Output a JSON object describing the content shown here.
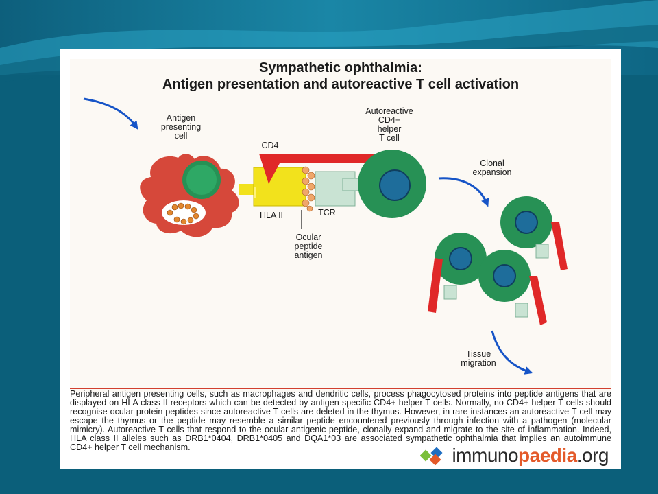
{
  "colors": {
    "background": "#0b5f7a",
    "apc": "#d6483a",
    "cell_green": "#279155",
    "nucleus_blue": "#1e6d9b",
    "hla": "#f2e21c",
    "tcr": "#c9e3d3",
    "cd4": "#e02828",
    "arrow": "#1654c7"
  },
  "slide": {
    "title_line1": "Sympathetic ophthalmia:",
    "title_line2": "Antigen presentation and autoreactive T cell activation"
  },
  "diagram": {
    "apc_label": [
      "Antigen",
      "presenting",
      "cell"
    ],
    "tcell_label": [
      "Autoreactive",
      "CD4+",
      "helper",
      "T cell"
    ],
    "cd4_label": "CD4",
    "hla_label": "HLA II",
    "tcr_label": "TCR",
    "peptide_label": [
      "Ocular",
      "peptide",
      "antigen"
    ],
    "clonal_label": [
      "Clonal",
      "expansion"
    ],
    "migration_label": [
      "Tissue",
      "migration"
    ],
    "icons": [
      "curved-arrow-icon",
      "antigen-presenting-cell-icon",
      "t-cell-icon",
      "hla-receptor-icon",
      "tcr-receptor-icon",
      "cd4-coreceptor-icon"
    ]
  },
  "caption": "Peripheral antigen presenting cells, such as macrophages and dendritic cells, process phagocytosed proteins into peptide antigens that are displayed on HLA class II receptors which can be detected by antigen-specific CD4+ helper T cells. Normally, no CD4+ helper T cells should recognise ocular protein peptides since autoreactive T cells are deleted in the thymus. However, in rare instances an autoreactive T cell may escape the thymus or the peptide may resemble a similar peptide encountered previously through infection with a pathogen (molecular mimicry). Autoreactive T cells that respond to the ocular antigenic peptide, clonally expand and migrate to the site of inflammation. Indeed, HLA class II alleles such as DRB1*0404, DRB1*0405 and DQA1*03 are associated sympathetic ophthalmia that implies an autoimmune CD4+ helper T cell mechanism.",
  "logo": {
    "part1": "immuno",
    "part2": "paedia",
    "part3": ".org"
  }
}
